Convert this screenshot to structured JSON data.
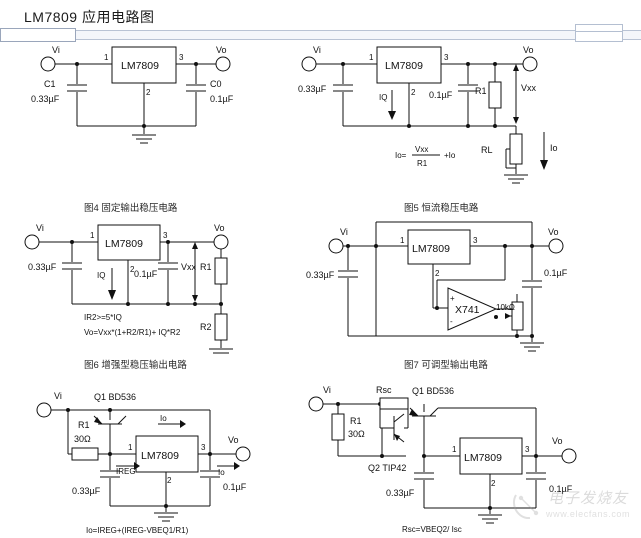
{
  "header": {
    "title": "LM7809 应用电路图"
  },
  "common": {
    "part": "LM7809",
    "vi": "Vi",
    "vo": "Vo",
    "pin1": "1",
    "pin2": "2",
    "pin3": "3",
    "cap_033": "0.33µF",
    "cap_01": "0.1µF",
    "vxx": "Vxx",
    "iq": "IQ",
    "io": "Io",
    "r1": "R1",
    "r2": "R2",
    "rl": "RL"
  },
  "figures": [
    {
      "id": "fig-basic",
      "caption": "",
      "labels": {
        "c1_name": "C1",
        "c1_val": "0.33µF",
        "c0_name": "C0",
        "c0_val": "0.1µF"
      }
    },
    {
      "id": "fig5",
      "caption": "图5  恒流稳压电路",
      "labels": {
        "formula": "Io=  Vxx / R1  +Io",
        "formula_lhs": "Io=",
        "formula_num": "Vxx",
        "formula_den": "R1",
        "formula_tail": "+Io",
        "r1": "R1",
        "rl": "RL",
        "vxx": "Vxx",
        "io": "Io",
        "iq": "Io"
      }
    },
    {
      "id": "fig4",
      "caption": "图4  固定输出稳压电路",
      "labels": {}
    },
    {
      "id": "fig6",
      "caption": "图6  增强型稳压输出电路",
      "labels": {
        "formula1": "IR2>=5*IQ",
        "formula2": "Vo=Vxx*(1+R2/R1)+ IQ*R2",
        "iq": "IQ",
        "vxx": "Vxx",
        "r1": "R1",
        "r2": "R2"
      }
    },
    {
      "id": "fig7",
      "caption": "图7  可调型输出电路",
      "labels": {
        "opamp": "X741",
        "pot": "10kΩ"
      }
    },
    {
      "id": "fig8",
      "caption": "",
      "labels": {
        "q1": "Q1 BD536",
        "r1_name": "R1",
        "r1_val": "30Ω",
        "ireg": "IREG",
        "io_top": "Io",
        "io_out": "Io",
        "formula": "Io=IREG+(IREG-VBEQ1/R1)"
      }
    },
    {
      "id": "fig9",
      "caption": "",
      "labels": {
        "rsc": "Rsc",
        "q1": "Q1 BD536",
        "q2": "Q2 TIP42",
        "r1_name": "R1",
        "r1_val": "30Ω",
        "formula": "Rsc=VBEQ2/ Isc"
      }
    }
  ],
  "captions": {
    "fig4": "图4  固定输出稳压电路",
    "fig5": "图5  恒流稳压电路",
    "fig6": "图6  增强型稳压输出电路",
    "fig7": "图7  可调型输出电路"
  },
  "watermark": {
    "text": "电子发烧友",
    "url": "www.elecfans.com"
  },
  "colors": {
    "ink": "#111111",
    "rule": "#b9c3d4",
    "rule_fill": "#f4f6fa",
    "watermark": "#9a9a9a"
  }
}
